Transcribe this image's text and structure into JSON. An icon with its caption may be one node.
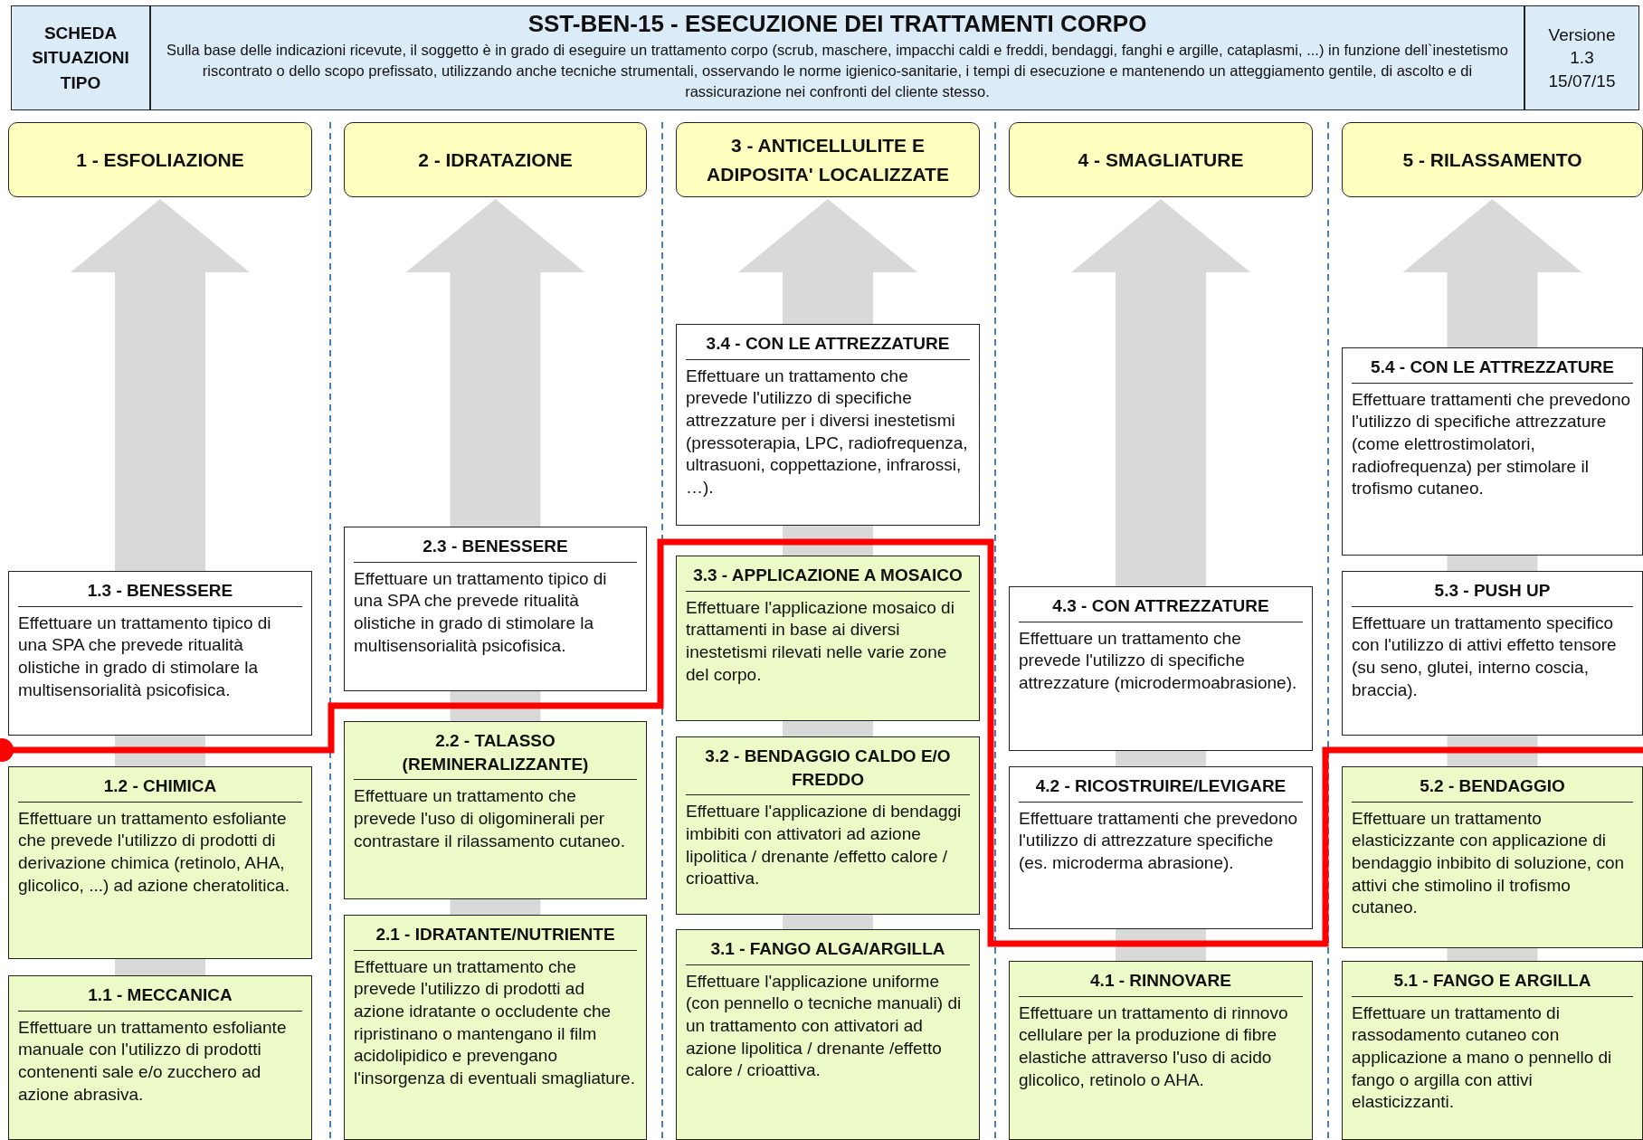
{
  "diagram": {
    "nodes": [
      {
        "text": [
          "SCHEDA SITUAZIONI TIPO"
        ]
      },
      {
        "text": [
          "SST-BEN-15  -  ESECUZIONE DEI TRATTAMENTI CORPO",
          "Sulla base delle indicazioni ricevute, il soggetto è in grado di eseguire un trattamento corpo (scrub, maschere, impacchi caldi e freddi, bendaggi, fanghi e argille, cataplasmi, ...) in funzione dell`inestetismo riscontrato o dello scopo prefissato, utilizzando anche tecniche strumentali, osservando le norme igienico-sanitarie, i tempi di esecuzione e mantenendo un atteggiamento gentile, di ascolto e di rassicurazione nei confronti del cliente stesso."
        ]
      },
      {
        "text": [
          "Versione",
          "1.3",
          "15/07/15"
        ]
      },
      {
        "text": [
          "1 - ESFOLIAZIONE"
        ]
      },
      {
        "text": [
          "2 - IDRATAZIONE"
        ]
      },
      {
        "text": [
          "3 - ANTICELLULITE E ADIPOSITA' LOCALIZZATE"
        ]
      },
      {
        "text": [
          "4 - SMAGLIATURE"
        ]
      },
      {
        "text": [
          "5 - RILASSAMENTO"
        ]
      },
      {
        "text": [
          "1.3 - BENESSERE",
          "Effettuare un trattamento tipico di una SPA che prevede ritualità olistiche in grado di stimolare la multisensorialità psicofisica."
        ]
      },
      {
        "text": [
          "1.2 - CHIMICA",
          "Effettuare un trattamento esfoliante che prevede l'utilizzo di prodotti di derivazione chimica (retinolo, AHA, glicolico, ...) ad azione cheratolitica."
        ]
      },
      {
        "text": [
          "1.1 - MECCANICA",
          "Effettuare un trattamento esfoliante manuale con l'utilizzo di prodotti contenenti sale e/o zucchero ad azione abrasiva."
        ]
      },
      {
        "text": [
          "2.3 - BENESSERE",
          "Effettuare un trattamento tipico di una SPA che prevede ritualità olistiche in grado di stimolare la multisensorialità psicofisica."
        ]
      },
      {
        "text": [
          "2.2 - TALASSO (REMINERALIZZANTE)",
          "Effettuare un trattamento che prevede l'uso di oligominerali per contrastare il rilassamento cutaneo."
        ]
      },
      {
        "text": [
          "2.1 - IDRATANTE/NUTRIENTE",
          "Effettuare un trattamento che prevede l'utilizzo di prodotti ad azione idratante o occludente che ripristinano o mantengano il film acidolipidico e prevengano l'insorgenza di eventuali smagliature."
        ]
      },
      {
        "text": [
          "3.4 - CON LE ATTREZZATURE",
          "Effettuare un trattamento che prevede l'utilizzo di specifiche attrezzature per i diversi inestetismi (pressoterapia, LPC, radiofrequenza, ultrasuoni, coppettazione, infrarossi, …)."
        ]
      },
      {
        "text": [
          "3.3 - APPLICAZIONE A MOSAICO",
          "Effettuare l'applicazione mosaico di trattamenti in base ai diversi inestetismi rilevati nelle varie zone del corpo."
        ]
      },
      {
        "text": [
          "3.2 - BENDAGGIO CALDO E/O FREDDO",
          "Effettuare l'applicazione di bendaggi imbibiti con attivatori ad azione lipolitica / drenante /effetto calore / crioattiva."
        ]
      },
      {
        "text": [
          "3.1 - FANGO ALGA/ARGILLA",
          "Effettuare l'applicazione uniforme (con pennello o tecniche manuali) di un trattamento con attivatori ad azione lipolitica / drenante /effetto calore / crioattiva."
        ]
      },
      {
        "text": [
          "4.3 - CON ATTREZZATURE",
          "Effettuare un trattamento che prevede l'utilizzo di specifiche attrezzature (microdermoabrasione)."
        ]
      },
      {
        "text": [
          "4.2 - RICOSTRUIRE/LEVIGARE",
          "Effettuare trattamenti che prevedono l'utilizzo di attrezzature specifiche (es. microderma abrasione)."
        ]
      },
      {
        "text": [
          "4.1 - RINNOVARE",
          "Effettuare un trattamento di rinnovo cellulare per la produzione di fibre elastiche attraverso l'uso di acido glicolico, retinolo o AHA."
        ]
      },
      {
        "text": [
          "5.4 - CON LE ATTREZZATURE",
          "Effettuare trattamenti che prevedono l'utilizzo di specifiche attrezzature (come elettrostimolatori, radiofrequenza) per stimolare il trofismo cutaneo."
        ]
      },
      {
        "text": [
          "5.3 - PUSH UP",
          "Effettuare un trattamento specifico con l'utilizzo di attivi effetto tensore (su seno, glutei, interno coscia, braccia)."
        ]
      },
      {
        "text": [
          "5.2 - BENDAGGIO",
          "Effettuare un trattamento elasticizzante con applicazione di bendaggio inbibito di soluzione, con attivi che stimolino il trofismo cutaneo."
        ]
      },
      {
        "text": [
          "5.1 - FANGO E ARGILLA",
          "Effettuare un trattamento di rassodamento cutaneo con applicazione a mano o pennello di fango o argilla con attivi elasticizzanti."
        ]
      }
    ]
  }
}
